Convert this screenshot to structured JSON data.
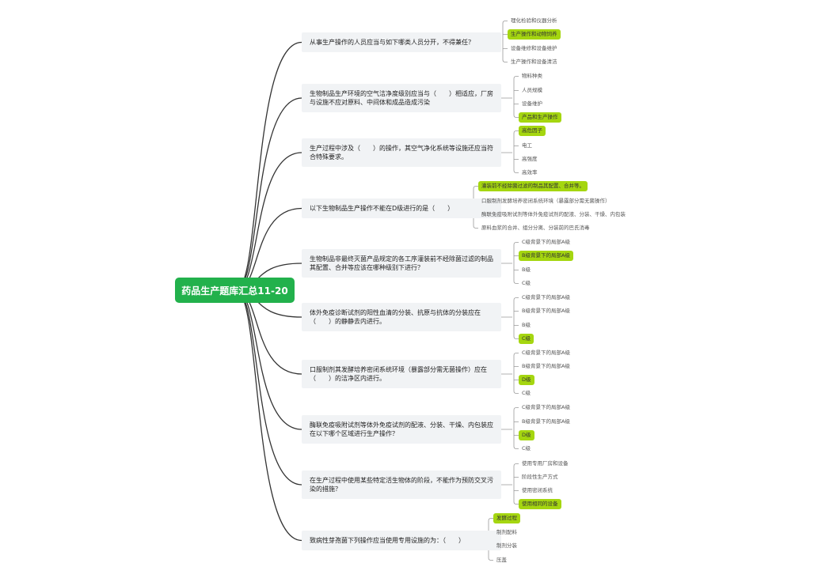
{
  "root": {
    "title": "药品生产题库汇总11-20"
  },
  "questions": [
    {
      "text": "从事生产操作的人员应当与如下哪类人员分开，不得兼任？",
      "options": [
        {
          "text": "理化检验和仪器分析",
          "correct": false
        },
        {
          "text": "生产操作和动物饲养",
          "correct": true
        },
        {
          "text": "设备维修和设备维护",
          "correct": false
        },
        {
          "text": "生产操作和设备清洁",
          "correct": false
        }
      ]
    },
    {
      "text": "生物制品生产环境的空气洁净度级别应当与（　　）相适应，厂房与设施不应对原料、中间体和成品造成污染",
      "options": [
        {
          "text": "物料种类",
          "correct": false
        },
        {
          "text": "人员规模",
          "correct": false
        },
        {
          "text": "设备维护",
          "correct": false
        },
        {
          "text": "产品和生产操作",
          "correct": true
        }
      ]
    },
    {
      "text": "生产过程中涉及（　　）的操作，其空气净化系统等设施还应当符合特殊要求。",
      "options": [
        {
          "text": "高危因子",
          "correct": true
        },
        {
          "text": "电工",
          "correct": false
        },
        {
          "text": "高强度",
          "correct": false
        },
        {
          "text": "高效率",
          "correct": false
        }
      ]
    },
    {
      "text": "以下生物制品生产操作不能在D级进行的是（　　）",
      "options": [
        {
          "text": "灌装前不经除菌过滤的制品其配置、合并等。",
          "correct": true
        },
        {
          "text": "口服制剂发酵培养密闭系统环境（暴露部分需无菌操作）",
          "correct": false
        },
        {
          "text": "酶联免疫吸附试剂等体外免疫试剂的配液、分装、干燥、内包装",
          "correct": false
        },
        {
          "text": "原料血浆的合并、组分分离、分装前的巴氏消毒",
          "correct": false
        }
      ]
    },
    {
      "text": "生物制品非最终灭菌产品规定的各工序灌装前不经除菌过滤的制品其配置、合并等应该在哪种级别下进行？",
      "options": [
        {
          "text": "C级背景下的局部A级",
          "correct": false
        },
        {
          "text": "B级背景下的局部A级",
          "correct": true
        },
        {
          "text": "B级",
          "correct": false
        },
        {
          "text": "C级",
          "correct": false
        }
      ]
    },
    {
      "text": "体外免疫诊断试剂的阳性血清的分装、抗原与抗体的分装应在（　　）的静静去内进行。",
      "options": [
        {
          "text": "C级背景下的局部A级",
          "correct": false
        },
        {
          "text": "B级背景下的局部A级",
          "correct": false
        },
        {
          "text": "B级",
          "correct": false
        },
        {
          "text": "C级",
          "correct": true
        }
      ]
    },
    {
      "text": "口服制剂其发酵培养密闭系统环境（暴露部分需无菌操作）应在（　　）的洁净区内进行。",
      "options": [
        {
          "text": "C级背景下的局部A级",
          "correct": false
        },
        {
          "text": "B级背景下的局部A级",
          "correct": false
        },
        {
          "text": "D级",
          "correct": true
        },
        {
          "text": "C级",
          "correct": false
        }
      ]
    },
    {
      "text": "酶联免疫吸附试剂等体外免疫试剂的配液、分装、干燥、内包装应在以下哪个区域进行生产操作？",
      "options": [
        {
          "text": "C级背景下的局部A级",
          "correct": false
        },
        {
          "text": "B级背景下的局部A级",
          "correct": false
        },
        {
          "text": "D级",
          "correct": true
        },
        {
          "text": "C级",
          "correct": false
        }
      ]
    },
    {
      "text": "在生产过程中使用某些特定活生物体的阶段，不能作为预防交叉污染的措施？",
      "options": [
        {
          "text": "使用专用厂房和设备",
          "correct": false
        },
        {
          "text": "阶段性生产方式",
          "correct": false
        },
        {
          "text": "使用密闭系统",
          "correct": false
        },
        {
          "text": "使用相同的设备",
          "correct": true
        }
      ]
    },
    {
      "text": "致病性芽孢菌下列操作应当使用专用设施的为：（　　）",
      "options": [
        {
          "text": "发酵过程",
          "correct": true
        },
        {
          "text": "制剂配料",
          "correct": false
        },
        {
          "text": "制剂分装",
          "correct": false
        },
        {
          "text": "压盖",
          "correct": false
        }
      ]
    }
  ],
  "colors": {
    "root": "#22b14c",
    "highlight": "#a5d610",
    "question_bg": "#f1f3f5",
    "line": "#333333",
    "branch": "#999999"
  }
}
